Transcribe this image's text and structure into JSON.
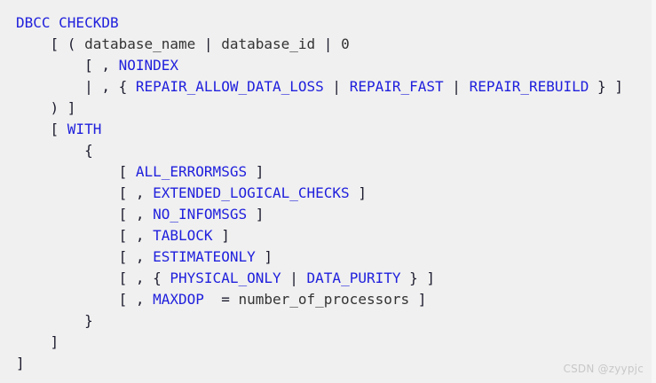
{
  "meta": {
    "background_color": "#f0f0f0",
    "keyword_color": "#2020dd",
    "punctuation_color": "#1b1b2e",
    "identifier_color": "#333333",
    "watermark_color": "#c8c8c8"
  },
  "watermark": {
    "text": "CSDN @zyypjc"
  },
  "code": {
    "language": "sql",
    "full_text": "DBCC CHECKDB\n    [ ( database_name | database_id | 0\n        [ , NOINDEX\n        | , { REPAIR_ALLOW_DATA_LOSS | REPAIR_FAST | REPAIR_REBUILD } ]\n    ) ]\n    [ WITH\n        {\n            [ ALL_ERRORMSGS ]\n            [ , EXTENDED_LOGICAL_CHECKS ]\n            [ , NO_INFOMSGS ]\n            [ , TABLOCK ]\n            [ , ESTIMATEONLY ]\n            [ , { PHYSICAL_ONLY | DATA_PURITY } ]\n            [ , MAXDOP  = number_of_processors ]\n        }\n    ]\n]",
    "lines": [
      {
        "n": 1,
        "indent": 0,
        "text": "DBCC CHECKDB"
      },
      {
        "n": 2,
        "indent": 4,
        "text": "[ ( database_name | database_id | 0"
      },
      {
        "n": 3,
        "indent": 8,
        "text": "[ , NOINDEX"
      },
      {
        "n": 4,
        "indent": 8,
        "text": "| , { REPAIR_ALLOW_DATA_LOSS | REPAIR_FAST | REPAIR_REBUILD } ]"
      },
      {
        "n": 5,
        "indent": 4,
        "text": ") ]"
      },
      {
        "n": 6,
        "indent": 4,
        "text": "[ WITH"
      },
      {
        "n": 7,
        "indent": 8,
        "text": "{"
      },
      {
        "n": 8,
        "indent": 12,
        "text": "[ ALL_ERRORMSGS ]"
      },
      {
        "n": 9,
        "indent": 12,
        "text": "[ , EXTENDED_LOGICAL_CHECKS ]"
      },
      {
        "n": 10,
        "indent": 12,
        "text": "[ , NO_INFOMSGS ]"
      },
      {
        "n": 11,
        "indent": 12,
        "text": "[ , TABLOCK ]"
      },
      {
        "n": 12,
        "indent": 12,
        "text": "[ , ESTIMATEONLY ]"
      },
      {
        "n": 13,
        "indent": 12,
        "text": "[ , { PHYSICAL_ONLY | DATA_PURITY } ]"
      },
      {
        "n": 14,
        "indent": 12,
        "text": "[ , MAXDOP  = number_of_processors ]"
      },
      {
        "n": 15,
        "indent": 8,
        "text": "}"
      },
      {
        "n": 16,
        "indent": 4,
        "text": "]"
      },
      {
        "n": 17,
        "indent": 0,
        "text": "]"
      }
    ],
    "tokens": [
      [
        {
          "t": "DBCC CHECKDB",
          "c": "kw"
        }
      ],
      [
        {
          "t": "    ",
          "c": "pn"
        },
        {
          "t": "[ ( ",
          "c": "pn"
        },
        {
          "t": "database_name",
          "c": "id"
        },
        {
          "t": " | ",
          "c": "pn"
        },
        {
          "t": "database_id",
          "c": "id"
        },
        {
          "t": " | ",
          "c": "pn"
        },
        {
          "t": "0",
          "c": "id"
        }
      ],
      [
        {
          "t": "        ",
          "c": "pn"
        },
        {
          "t": "[ , ",
          "c": "pn"
        },
        {
          "t": "NOINDEX",
          "c": "kw"
        }
      ],
      [
        {
          "t": "        ",
          "c": "pn"
        },
        {
          "t": "| , { ",
          "c": "pn"
        },
        {
          "t": "REPAIR_ALLOW_DATA_LOSS",
          "c": "kw"
        },
        {
          "t": " | ",
          "c": "pn"
        },
        {
          "t": "REPAIR_FAST",
          "c": "kw"
        },
        {
          "t": " | ",
          "c": "pn"
        },
        {
          "t": "REPAIR_REBUILD",
          "c": "kw"
        },
        {
          "t": " } ]",
          "c": "pn"
        }
      ],
      [
        {
          "t": "    ",
          "c": "pn"
        },
        {
          "t": ") ]",
          "c": "pn"
        }
      ],
      [
        {
          "t": "    ",
          "c": "pn"
        },
        {
          "t": "[ ",
          "c": "pn"
        },
        {
          "t": "WITH",
          "c": "kw"
        }
      ],
      [
        {
          "t": "        ",
          "c": "pn"
        },
        {
          "t": "{",
          "c": "pn"
        }
      ],
      [
        {
          "t": "            ",
          "c": "pn"
        },
        {
          "t": "[ ",
          "c": "pn"
        },
        {
          "t": "ALL_ERRORMSGS",
          "c": "kw"
        },
        {
          "t": " ]",
          "c": "pn"
        }
      ],
      [
        {
          "t": "            ",
          "c": "pn"
        },
        {
          "t": "[ , ",
          "c": "pn"
        },
        {
          "t": "EXTENDED_LOGICAL_CHECKS",
          "c": "kw"
        },
        {
          "t": " ]",
          "c": "pn"
        }
      ],
      [
        {
          "t": "            ",
          "c": "pn"
        },
        {
          "t": "[ , ",
          "c": "pn"
        },
        {
          "t": "NO_INFOMSGS",
          "c": "kw"
        },
        {
          "t": " ]",
          "c": "pn"
        }
      ],
      [
        {
          "t": "            ",
          "c": "pn"
        },
        {
          "t": "[ , ",
          "c": "pn"
        },
        {
          "t": "TABLOCK",
          "c": "kw"
        },
        {
          "t": " ]",
          "c": "pn"
        }
      ],
      [
        {
          "t": "            ",
          "c": "pn"
        },
        {
          "t": "[ , ",
          "c": "pn"
        },
        {
          "t": "ESTIMATEONLY",
          "c": "kw"
        },
        {
          "t": " ]",
          "c": "pn"
        }
      ],
      [
        {
          "t": "            ",
          "c": "pn"
        },
        {
          "t": "[ , { ",
          "c": "pn"
        },
        {
          "t": "PHYSICAL_ONLY",
          "c": "kw"
        },
        {
          "t": " | ",
          "c": "pn"
        },
        {
          "t": "DATA_PURITY",
          "c": "kw"
        },
        {
          "t": " } ]",
          "c": "pn"
        }
      ],
      [
        {
          "t": "            ",
          "c": "pn"
        },
        {
          "t": "[ , ",
          "c": "pn"
        },
        {
          "t": "MAXDOP",
          "c": "kw"
        },
        {
          "t": "  = ",
          "c": "pn"
        },
        {
          "t": "number_of_processors",
          "c": "id"
        },
        {
          "t": " ]",
          "c": "pn"
        }
      ],
      [
        {
          "t": "        ",
          "c": "pn"
        },
        {
          "t": "}",
          "c": "pn"
        }
      ],
      [
        {
          "t": "    ",
          "c": "pn"
        },
        {
          "t": "]",
          "c": "pn"
        }
      ],
      [
        {
          "t": "]",
          "c": "pn"
        }
      ]
    ]
  }
}
